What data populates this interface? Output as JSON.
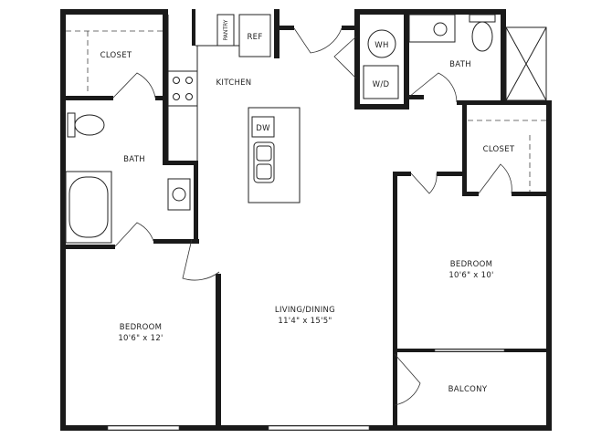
{
  "rooms": {
    "closet_left": "CLOSET",
    "bath_left": "BATH",
    "kitchen": "KITCHEN",
    "pantry": "PANTRY",
    "ref": "REF",
    "dw": "DW",
    "wh": "WH",
    "wd": "W/D",
    "bath_right": "BATH",
    "closet_right": "CLOSET",
    "bedroom_right": {
      "name": "BEDROOM",
      "dims": "10'6\" x 10'"
    },
    "living": {
      "name": "LIVING/DINING",
      "dims": "11'4\" x 15'5\""
    },
    "bedroom_left": {
      "name": "BEDROOM",
      "dims": "10'6\" x 12'"
    },
    "balcony": "BALCONY"
  },
  "colors": {
    "wall": "#1a1a1a",
    "line": "#222222",
    "background": "#ffffff"
  }
}
